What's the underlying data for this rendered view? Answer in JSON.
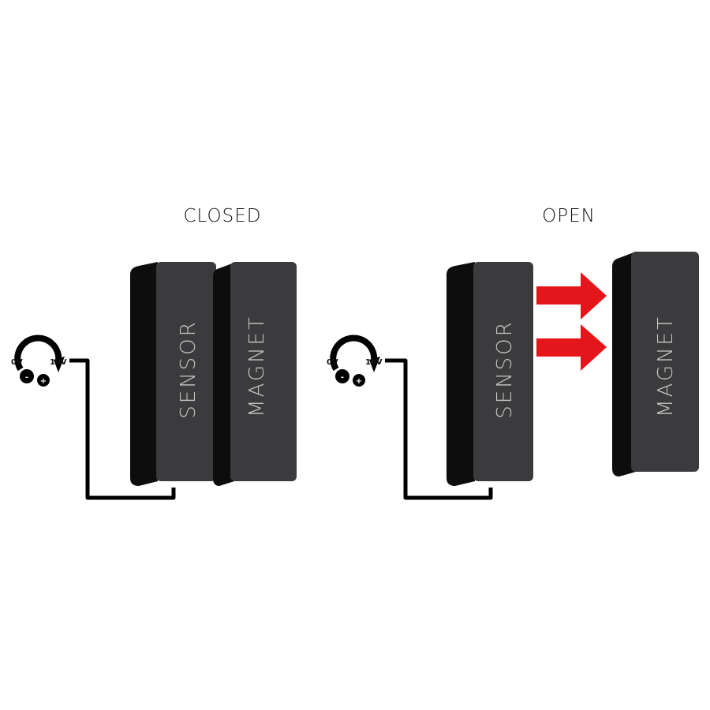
{
  "closed": {
    "title": "CLOSED",
    "sensor_label": "SENSOR",
    "magnet_label": "MAGNET",
    "dial": {
      "min_label": "0V",
      "max_label": "10V",
      "minus_sign": "-",
      "plus_sign": "+"
    }
  },
  "open": {
    "title": "OPEN",
    "sensor_label": "SENSOR",
    "magnet_label": "MAGNET",
    "dial": {
      "min_label": "0V",
      "max_label": "10V",
      "minus_sign": "-",
      "plus_sign": "+"
    }
  },
  "colors": {
    "block_face": "#3b3b3d",
    "block_side": "#0d0d0d",
    "wire": "#000000",
    "arrow": "#e3161c"
  },
  "icons": [
    "voltage-dial-icon",
    "arrow-right-icon"
  ]
}
